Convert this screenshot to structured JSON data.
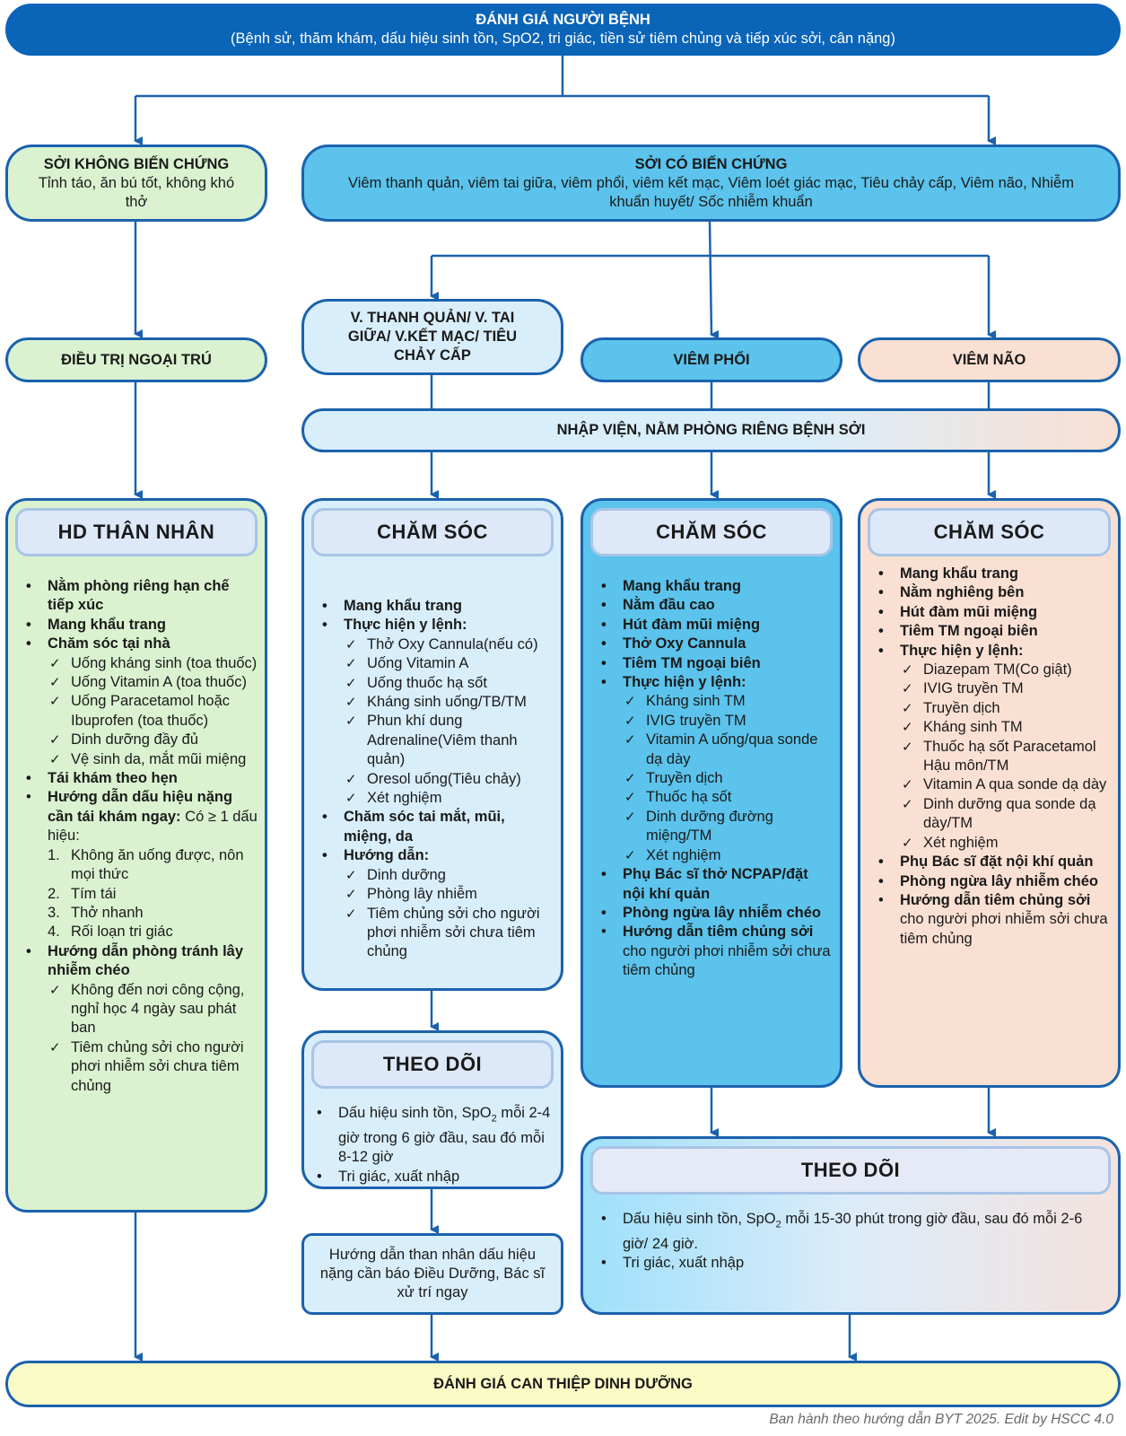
{
  "colors": {
    "dark_blue": "#0a64b8",
    "line_blue": "#1b62ad",
    "green_fill": "#daf2d0",
    "light_blue_fill": "#d9eefb",
    "mid_blue_fill": "#5bc3ec",
    "peach_fill": "#fae0d3",
    "yellow_fill": "#fbfbc6"
  },
  "top": {
    "title": "ĐÁNH GIÁ NGƯỜI BỆNH",
    "subtitle": "(Bệnh sử, thăm khám, dấu hiệu sinh tồn, SpO2, tri giác, tiền sử tiêm chủng và tiếp xúc sởi, cân nặng)"
  },
  "uncomplicated": {
    "title": "SỞI KHÔNG BIẾN CHỨNG",
    "desc": "Tỉnh táo, ăn bú tốt, không khó thở"
  },
  "complicated": {
    "title": "SỞI CÓ BIẾN CHỨNG",
    "desc": "Viêm thanh quản, viêm tai giữa, viêm phổi, viêm kết mạc, Viêm loét giác mạc, Tiêu chảy cấp, Viêm não, Nhiễm khuẩn huyết/ Sốc nhiễm khuẩn"
  },
  "outpatient": "ĐIỀU TRỊ NGOẠI TRÚ",
  "branch_a": "V. THANH QUẢN/ V. TAI GIỮA/ V.KẾT MẠC/ TIÊU CHẢY CẤP",
  "branch_b": "VIÊM PHỔI",
  "branch_c": "VIÊM NÃO",
  "admit": "NHẬP VIỆN, NẰM PHÒNG RIÊNG BỆNH SỞI",
  "family": {
    "title": "HD THÂN NHÂN",
    "b1": "Nằm phòng riêng hạn chế tiếp xúc",
    "b2": "Mang khẩu trang",
    "b3": "Chăm sóc tại nhà",
    "b3_subs": [
      "Uống kháng sinh (toa thuốc)",
      "Uống Vitamin A (toa thuốc)",
      "Uống Paracetamol hoặc Ibuprofen (toa thuốc)",
      "Dinh dưỡng đầy đủ",
      "Vệ sinh da, mắt mũi miệng"
    ],
    "b4": "Tái khám theo hẹn",
    "b5_bold": "Hướng dẫn dấu hiệu nặng cần tái khám ngay:",
    "b5_rest": " Có ≥ 1 dấu hiệu:",
    "b5_nums": [
      "1.",
      "2.",
      "3.",
      "4."
    ],
    "b5_items": [
      "Không ăn uống được, nôn mọi thức",
      "Tím tái",
      "Thở nhanh",
      "Rối loạn tri giác"
    ],
    "b6": "Hướng dẫn phòng tránh lây nhiễm chéo",
    "b6_subs": [
      "Không đến nơi công cộng, nghỉ học 4 ngày sau phát ban",
      "Tiêm chủng sởi cho người phơi nhiễm sởi chưa tiêm chủng"
    ]
  },
  "care_a": {
    "title": "CHĂM SÓC",
    "b1": "Mang khẩu trang",
    "b2": "Thực hiện y lệnh:",
    "b2_subs": [
      "Thở Oxy Cannula(nếu có)",
      "Uống Vitamin A",
      "Uống thuốc hạ sốt",
      "Kháng sinh uống/TB/TM",
      "Phun khí dung Adrenaline(Viêm thanh quản)",
      "Oresol uống(Tiêu chảy)",
      "Xét nghiệm"
    ],
    "b3": "Chăm sóc tai mắt, mũi, miệng, da",
    "b4": "Hướng dẫn:",
    "b4_subs": [
      "Dinh dưỡng",
      "Phòng lây nhiễm",
      "Tiêm chủng sởi cho người phơi nhiễm sởi chưa tiêm chủng"
    ]
  },
  "care_b": {
    "title": "CHĂM SÓC",
    "bullets": [
      "Mang khẩu trang",
      "Nằm đầu cao",
      "Hút đàm mũi miệng",
      "Thở Oxy Cannula",
      "Tiêm TM ngoại biên"
    ],
    "b6": "Thực hiện y lệnh:",
    "b6_subs": [
      "Kháng sinh TM",
      "IVIG truyền TM",
      "Vitamin A uống/qua sonde dạ dày",
      "Truyền dịch",
      "Thuốc hạ sốt",
      "Dinh dưỡng đường miệng/TM",
      "Xét nghiệm"
    ],
    "b7": "Phụ Bác sĩ thở NCPAP/đặt nội khí quản",
    "b8": "Phòng ngừa lây nhiễm chéo",
    "b9_bold": "Hướng dẫn tiêm chủng sởi",
    "b9_rest": " cho người phơi nhiễm sởi chưa tiêm chủng"
  },
  "care_c": {
    "title": "CHĂM SÓC",
    "bullets": [
      "Mang khẩu trang",
      "Nằm nghiêng bên",
      "Hút đàm mũi miệng",
      "Tiêm TM ngoại biên"
    ],
    "b5": "Thực hiện y lệnh:",
    "b5_subs": [
      "Diazepam TM(Co giật)",
      "IVIG truyền TM",
      "Truyền dịch",
      "Kháng sinh TM",
      "Thuốc hạ sốt Paracetamol Hậu môn/TM",
      "Vitamin A qua sonde dạ dày",
      "Dinh dưỡng qua sonde dạ dày/TM",
      "Xét nghiệm"
    ],
    "b6": "Phụ Bác sĩ đặt nội khí quản",
    "b7": "Phòng ngừa lây nhiễm chéo",
    "b8_bold": "Hướng dẫn tiêm chủng sởi",
    "b8_rest": " cho người phơi nhiễm sởi chưa tiêm chủng"
  },
  "monitor_a": {
    "title": "THEO DÕI",
    "l1_pre": "Dấu hiệu sinh tồn, SpO",
    "l1_sub": "2",
    "l1_post": " mỗi 2-4 giờ trong 6 giờ đầu, sau đó mỗi 8-12 giờ",
    "l2": "Tri giác, xuất nhập"
  },
  "monitor_bc": {
    "title": "THEO DÕI",
    "l1_pre": "Dấu hiệu sinh tồn, SpO",
    "l1_sub": "2",
    "l1_post": " mỗi 15-30 phút trong giờ đầu, sau đó mỗi 2-6 giờ/ 24 giờ.",
    "l2": "Tri giác, xuất nhập"
  },
  "guide_family": "Hướng dẫn than nhân dấu hiệu nặng cần báo Điều Dưỡng, Bác sĩ xử trí ngay",
  "bottom": "ĐÁNH GIÁ CAN THIỆP DINH DƯỠNG",
  "footer": "Ban hành theo hướng dẫn BYT 2025. Edit by HSCC 4.0"
}
